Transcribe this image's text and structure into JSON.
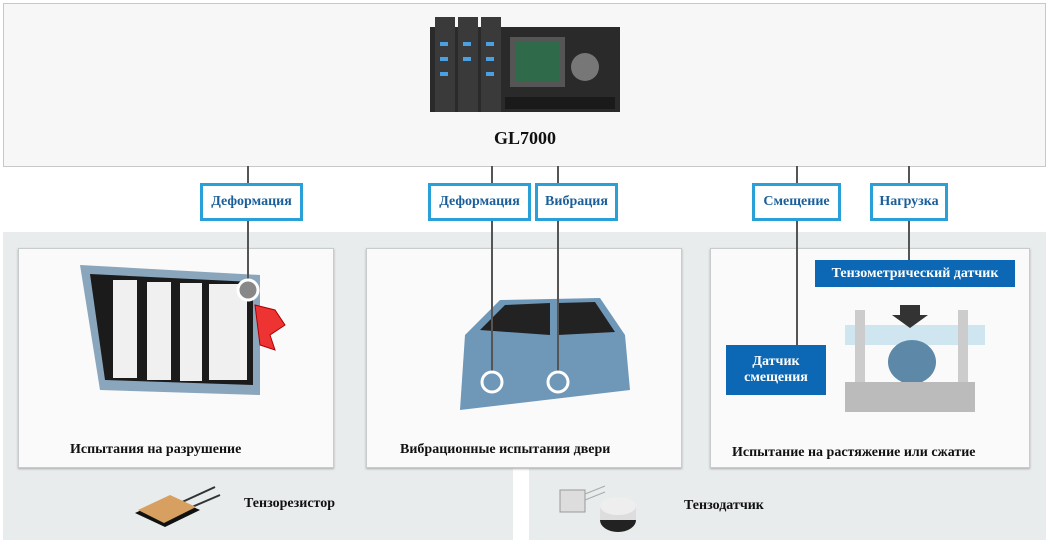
{
  "device": {
    "name": "GL7000"
  },
  "tags": [
    "Деформация",
    "Деформация",
    "Вибрация",
    "Смещение",
    "Нагрузка"
  ],
  "panels": {
    "destruction": {
      "caption": "Испытания на разрушение"
    },
    "door": {
      "caption": "Вибрационные испытания двери"
    },
    "tension": {
      "caption": "Испытание на растяжение или сжатие",
      "load_sensor": "Тензометрический датчик",
      "displacement_sensor": "Датчик смещения"
    }
  },
  "sensors": {
    "strain_gauge": "Тензорезистор",
    "load_cell": "Тензодатчик"
  },
  "colors": {
    "tag_border": "#2aa0d8",
    "label_bg": "#0c68b4"
  }
}
